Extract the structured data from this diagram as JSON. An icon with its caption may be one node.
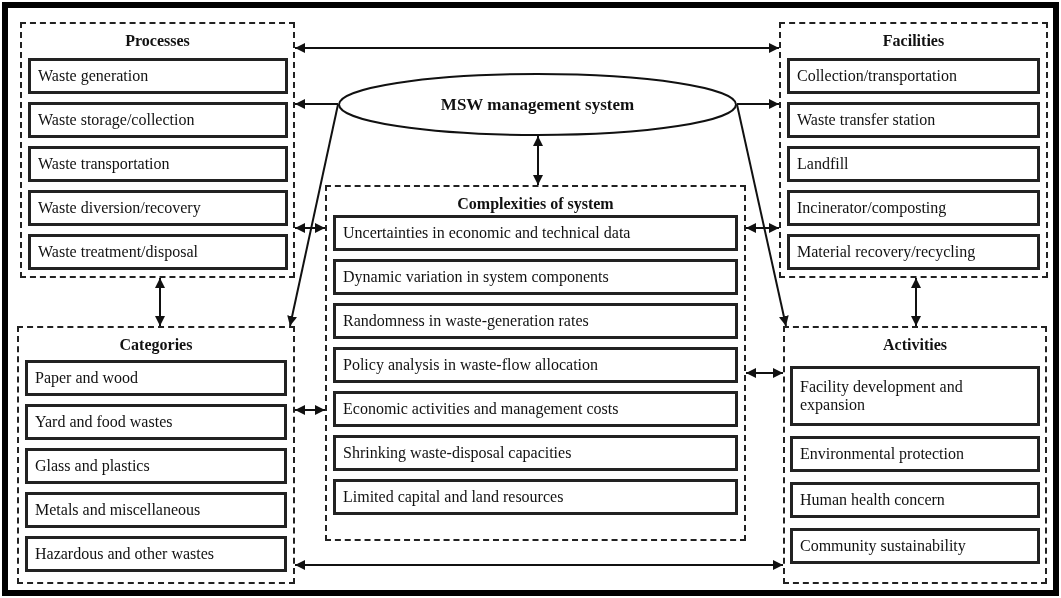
{
  "diagram": {
    "nodes": [
      {
        "text": [
          "Processes"
        ]
      },
      {
        "text": [
          "Waste generation"
        ],
        "in": 0
      },
      {
        "text": [
          "Waste storage/collection"
        ],
        "in": 0
      },
      {
        "text": [
          "Waste transportation"
        ],
        "in": 0
      },
      {
        "text": [
          "Waste diversion/recovery"
        ],
        "in": 0
      },
      {
        "text": [
          "Waste treatment/disposal"
        ],
        "in": 0
      },
      {
        "text": [
          "MSW management system"
        ]
      },
      {
        "text": [
          "Facilities"
        ]
      },
      {
        "text": [
          "Collection/transportation"
        ],
        "in": 7
      },
      {
        "text": [
          "Waste transfer station"
        ],
        "in": 7
      },
      {
        "text": [
          "Landfill"
        ],
        "in": 7
      },
      {
        "text": [
          "Incinerator/composting"
        ],
        "in": 7
      },
      {
        "text": [
          "Material recovery/recycling"
        ],
        "in": 7
      },
      {
        "text": [
          "Complexities of system"
        ]
      },
      {
        "text": [
          "Uncertainties in economic and technical data"
        ],
        "in": 13
      },
      {
        "text": [
          "Dynamic variation in system components"
        ],
        "in": 13
      },
      {
        "text": [
          "Randomness in waste-generation rates"
        ],
        "in": 13
      },
      {
        "text": [
          "Policy analysis in waste-flow allocation"
        ],
        "in": 13
      },
      {
        "text": [
          "Economic activities and management costs"
        ],
        "in": 13
      },
      {
        "text": [
          "Shrinking waste-disposal capacities"
        ],
        "in": 13
      },
      {
        "text": [
          "Limited capital and land resources"
        ],
        "in": 13
      },
      {
        "text": [
          "Categories"
        ]
      },
      {
        "text": [
          "Paper and wood"
        ],
        "in": 21
      },
      {
        "text": [
          "Yard and food wastes"
        ],
        "in": 21
      },
      {
        "text": [
          "Glass and plastics"
        ],
        "in": 21
      },
      {
        "text": [
          "Metals and miscellaneous"
        ],
        "in": 21
      },
      {
        "text": [
          "Hazardous and other wastes"
        ],
        "in": 21
      },
      {
        "text": [
          "Activities"
        ]
      },
      {
        "text": [
          "Facility development and expansion"
        ],
        "in": 27
      },
      {
        "text": [
          "Environmental protection"
        ],
        "in": 27
      },
      {
        "text": [
          "Human health concern"
        ],
        "in": 27
      },
      {
        "text": [
          "Community sustainability"
        ],
        "in": 27
      }
    ],
    "edges": [
      {
        "from": 0,
        "to": 7,
        "arrow": "both"
      },
      {
        "from": 6,
        "to": 0,
        "arrow": "to"
      },
      {
        "from": 6,
        "to": 7,
        "arrow": "to"
      },
      {
        "from": 6,
        "to": 13,
        "arrow": "both"
      },
      {
        "from": 6,
        "to": 21,
        "arrow": "to"
      },
      {
        "from": 6,
        "to": 27,
        "arrow": "to"
      },
      {
        "from": 0,
        "to": 13,
        "arrow": "both"
      },
      {
        "from": 13,
        "to": 7,
        "arrow": "both"
      },
      {
        "from": 0,
        "to": 21,
        "arrow": "both"
      },
      {
        "from": 7,
        "to": 27,
        "arrow": "both"
      },
      {
        "from": 21,
        "to": 13,
        "arrow": "both"
      },
      {
        "from": 13,
        "to": 27,
        "arrow": "both"
      },
      {
        "from": 21,
        "to": 27,
        "arrow": "both"
      }
    ]
  }
}
